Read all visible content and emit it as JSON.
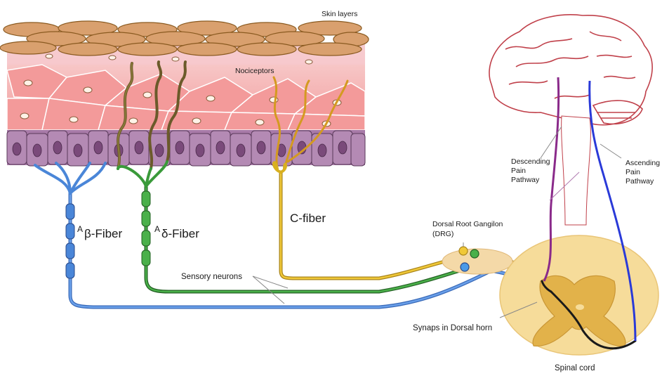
{
  "labels": {
    "skin_layers": "Skin layers",
    "nociceptors": "Nociceptors",
    "a_beta_prefix": "A",
    "a_beta_suffix": "β-Fiber",
    "a_delta_prefix": "A",
    "a_delta_suffix": "δ-Fiber",
    "c_fiber": "C-fiber",
    "drg_line1": "Dorsal Root Gangilon",
    "drg_line2": "(DRG)",
    "sensory_neurons": "Sensory neurons",
    "synapse": "Synaps in Dorsal horn",
    "spinal_cord": "Spinal cord",
    "descending": [
      "Descending",
      "Pain",
      "Pathway"
    ],
    "ascending": [
      "Ascending",
      "Pain",
      "Pathway"
    ]
  },
  "colors": {
    "a_beta": "#4a86d8",
    "a_delta": "#3a9a3a",
    "c_fiber": "#d8b020",
    "descending": "#8a2a8a",
    "ascending": "#2a3ad8",
    "brain_outline": "#c0404a",
    "skin_top": "#d9a06e",
    "dermis": "#f4b6b6",
    "basal": "#9a6a9a"
  }
}
